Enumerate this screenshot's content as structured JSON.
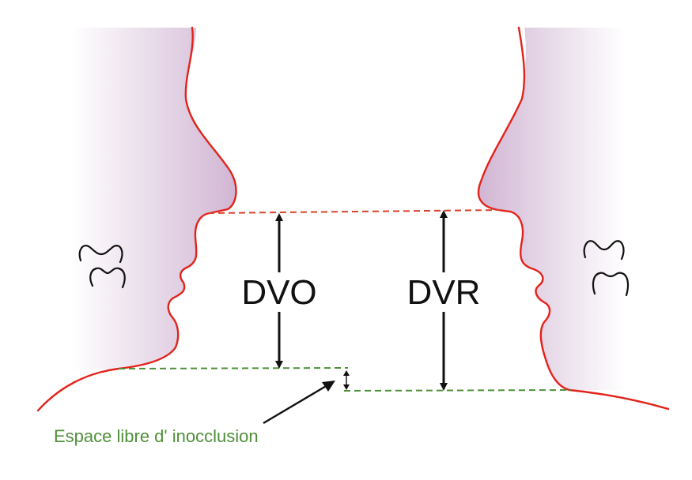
{
  "labels": {
    "dvo": "DVO",
    "dvr": "DVR",
    "free_space": "Espace libre d' inocclusion"
  },
  "colors": {
    "profile_line": "#e2231a",
    "occlusion_line": "#d9412c",
    "green_line": "#4f8f3a",
    "label_green": "#4f8f3a",
    "shade": "#c9a9cc",
    "ink": "#111111"
  },
  "icons": {
    "teeth_left": "teeth-occlusion-open-icon",
    "teeth_right": "teeth-occlusion-closed-icon"
  }
}
